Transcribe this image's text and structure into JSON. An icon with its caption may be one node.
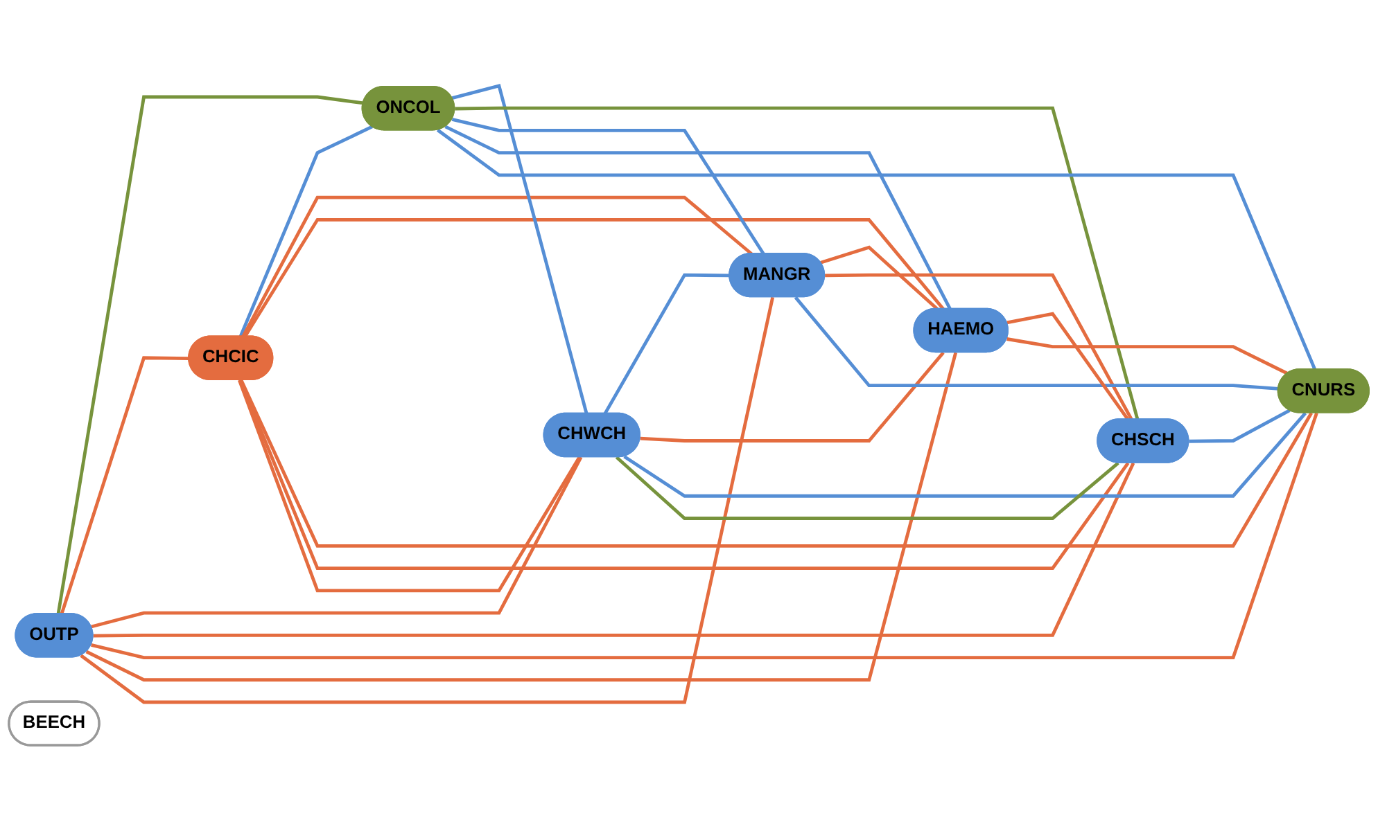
{
  "diagram": {
    "nodes": [
      {
        "text": [
          "OUTP"
        ]
      },
      {
        "text": [
          "BEECH"
        ]
      },
      {
        "text": [
          "CHCIC"
        ]
      },
      {
        "text": [
          "ONCOL"
        ]
      },
      {
        "text": [
          "CHWCH"
        ]
      },
      {
        "text": [
          "MANGR"
        ]
      },
      {
        "text": [
          "CHSCH"
        ]
      },
      {
        "text": [
          "HAEMO"
        ]
      },
      {
        "text": [
          "CNURS"
        ]
      }
    ],
    "edges": [
      {
        "from": 0,
        "to": 3,
        "arrow": "none",
        "color": "#77933c"
      },
      {
        "from": 0,
        "to": 2,
        "arrow": "none"
      },
      {
        "from": 0,
        "to": 4,
        "arrow": "none"
      },
      {
        "from": 0,
        "to": 6,
        "arrow": "none"
      },
      {
        "from": 0,
        "to": 8,
        "arrow": "none"
      },
      {
        "from": 0,
        "to": 7,
        "arrow": "none"
      },
      {
        "from": 0,
        "to": 5,
        "arrow": "none"
      },
      {
        "from": 2,
        "to": 3,
        "arrow": "none",
        "color": "#558ed5"
      },
      {
        "from": 2,
        "to": 5,
        "arrow": "none"
      },
      {
        "from": 2,
        "to": 7,
        "arrow": "none"
      },
      {
        "from": 2,
        "to": 8,
        "arrow": "none"
      },
      {
        "from": 2,
        "to": 6,
        "arrow": "none"
      },
      {
        "from": 2,
        "to": 4,
        "arrow": "none"
      },
      {
        "from": 3,
        "to": 4,
        "arrow": "none",
        "color": "#558ed5"
      },
      {
        "from": 3,
        "to": 6,
        "arrow": "none",
        "color": "#77933c"
      },
      {
        "from": 3,
        "to": 5,
        "arrow": "none",
        "color": "#558ed5"
      },
      {
        "from": 3,
        "to": 7,
        "arrow": "none",
        "color": "#558ed5"
      },
      {
        "from": 3,
        "to": 8,
        "arrow": "none",
        "color": "#558ed5"
      },
      {
        "from": 4,
        "to": 5,
        "arrow": "none",
        "color": "#558ed5"
      },
      {
        "from": 4,
        "to": 7,
        "arrow": "none"
      },
      {
        "from": 4,
        "to": 8,
        "arrow": "none",
        "color": "#558ed5"
      },
      {
        "from": 4,
        "to": 6,
        "arrow": "none",
        "color": "#77933c"
      },
      {
        "from": 5,
        "to": 7,
        "arrow": "none"
      },
      {
        "from": 5,
        "to": 6,
        "arrow": "none"
      },
      {
        "from": 5,
        "to": 8,
        "arrow": "none",
        "color": "#558ed5"
      },
      {
        "from": 7,
        "to": 6,
        "arrow": "none"
      },
      {
        "from": 7,
        "to": 8,
        "arrow": "none"
      },
      {
        "from": 6,
        "to": 8,
        "arrow": "none",
        "color": "#558ed5"
      }
    ]
  }
}
